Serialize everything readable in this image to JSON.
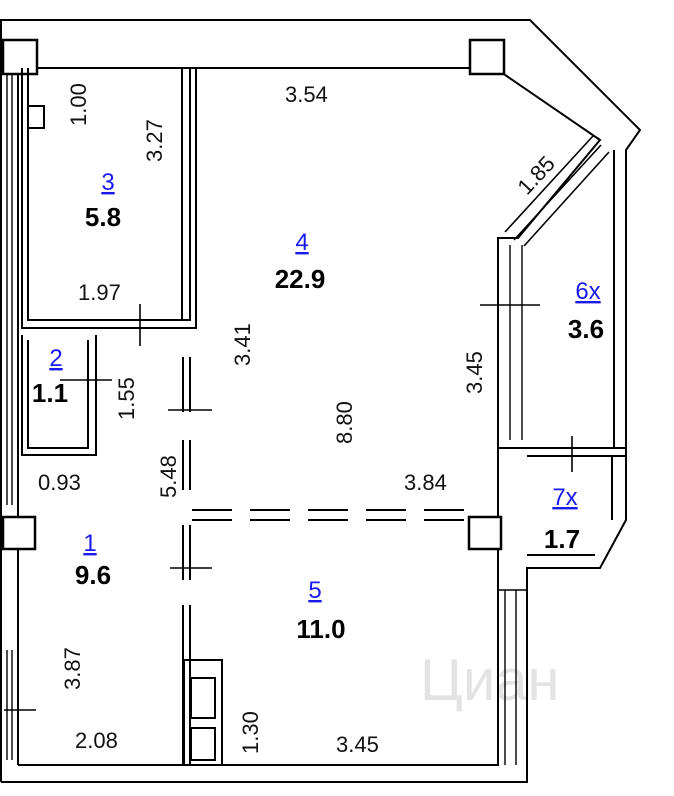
{
  "rooms": [
    {
      "number": "1",
      "area": "9.6"
    },
    {
      "number": "2",
      "area": "1.1"
    },
    {
      "number": "3",
      "area": "5.8"
    },
    {
      "number": "4",
      "area": "22.9"
    },
    {
      "number": "5",
      "area": "11.0"
    },
    {
      "number": "6х",
      "area": "3.6"
    },
    {
      "number": "7х",
      "area": "1.7"
    }
  ],
  "dimensions": {
    "d1_00": "1.00",
    "d3_27": "3.27",
    "d3_54": "3.54",
    "d1_85": "1.85",
    "d1_97": "1.97",
    "d3_41": "3.41",
    "d3_45_bay": "3.45",
    "d1_55": "1.55",
    "d8_80": "8.80",
    "d0_93": "0.93",
    "d5_48": "5.48",
    "d3_84": "3.84",
    "d3_87": "3.87",
    "d1_30": "1.30",
    "d2_08": "2.08",
    "d3_45_bottom": "3.45"
  },
  "watermark": "Циан",
  "colors": {
    "wall": "#000000",
    "room_number": "#1a1aee",
    "watermark": "#e3e3e3"
  }
}
